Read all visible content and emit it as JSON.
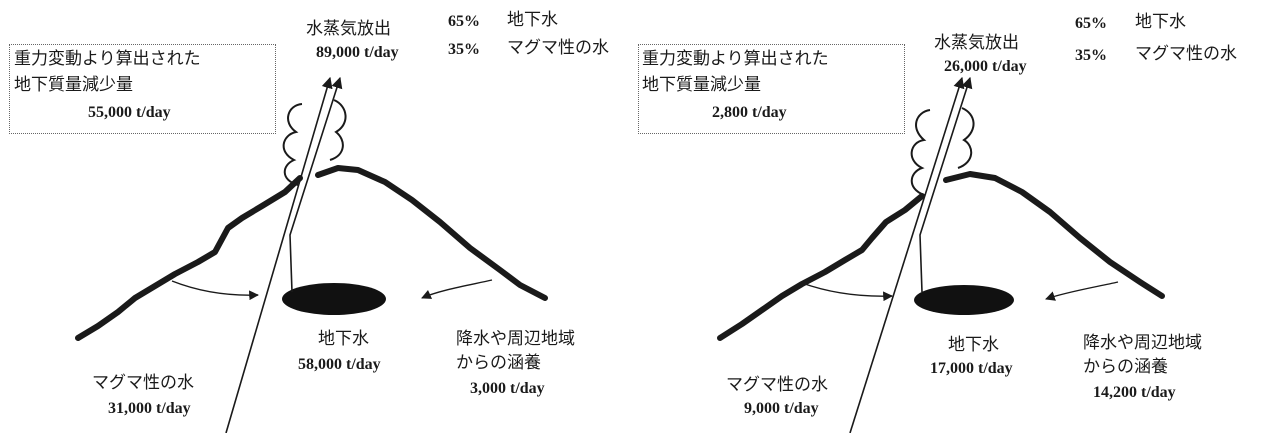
{
  "panels": [
    {
      "gravity_box": {
        "line1": "重力変動より算出された",
        "line2": "地下質量減少量",
        "value": "55,000 t/day"
      },
      "vapor": {
        "label": "水蒸気放出",
        "value": "89,000 t/day"
      },
      "composition": [
        {
          "pct": "65%",
          "label": "地下水"
        },
        {
          "pct": "35%",
          "label": "マグマ性の水"
        }
      ],
      "groundwater": {
        "label": "地下水",
        "value": "58,000 t/day"
      },
      "recharge": {
        "line1": "降水や周辺地域",
        "line2": "からの涵養",
        "value": "3,000 t/day"
      },
      "magmatic": {
        "label": "マグマ性の水",
        "value": "31,000 t/day"
      }
    },
    {
      "gravity_box": {
        "line1": "重力変動より算出された",
        "line2": "地下質量減少量",
        "value": "2,800 t/day"
      },
      "vapor": {
        "label": "水蒸気放出",
        "value": "26,000 t/day"
      },
      "composition": [
        {
          "pct": "65%",
          "label": "地下水"
        },
        {
          "pct": "35%",
          "label": "マグマ性の水"
        }
      ],
      "groundwater": {
        "label": "地下水",
        "value": "17,000 t/day"
      },
      "recharge": {
        "line1": "降水や周辺地域",
        "line2": "からの涵養",
        "value": "14,200 t/day"
      },
      "magmatic": {
        "label": "マグマ性の水",
        "value": "9,000 t/day"
      }
    }
  ],
  "colors": {
    "ink": "#1a1a1a",
    "box_border": "#666666"
  }
}
